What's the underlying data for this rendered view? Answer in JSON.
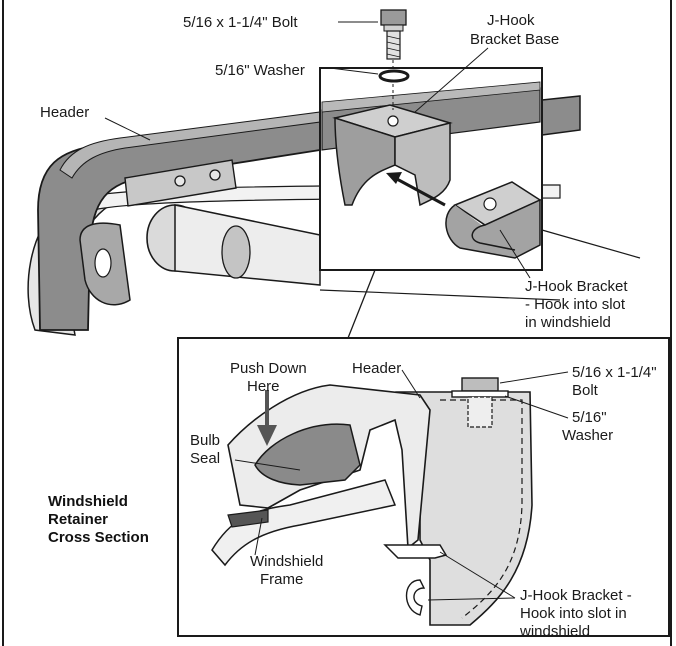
{
  "top_view": {
    "labels": {
      "bolt": "5/16 x 1-1/4\" Bolt",
      "jhook_base_1": "J-Hook",
      "jhook_base_2": "Bracket Base",
      "washer": "5/16\" Washer",
      "header": "Header",
      "jhook_bracket_1": "J-Hook Bracket",
      "jhook_bracket_2": "- Hook into slot",
      "jhook_bracket_3": "in windshield"
    }
  },
  "cross_section": {
    "title_lines": [
      "Windshield",
      "Retainer",
      "Cross Section"
    ],
    "labels": {
      "push_1": "Push Down",
      "push_2": "Here",
      "header": "Header",
      "bolt_1": "5/16 x 1-1/4\"",
      "bolt_2": "Bolt",
      "bulb_1": "Bulb",
      "bulb_2": "Seal",
      "washer_1": "5/16\"",
      "washer_2": "Washer",
      "frame_1": "Windshield",
      "frame_2": "Frame",
      "jhook_1": "J-Hook Bracket -",
      "jhook_2": "Hook into slot in",
      "jhook_3": "windshield"
    }
  },
  "colors": {
    "line": "#1a1a1a",
    "dark_fill": "#6e6e6e",
    "mid_fill": "#9a9a9a",
    "light_fill": "#cfcfcf",
    "pale_fill": "#e6e6e6"
  }
}
